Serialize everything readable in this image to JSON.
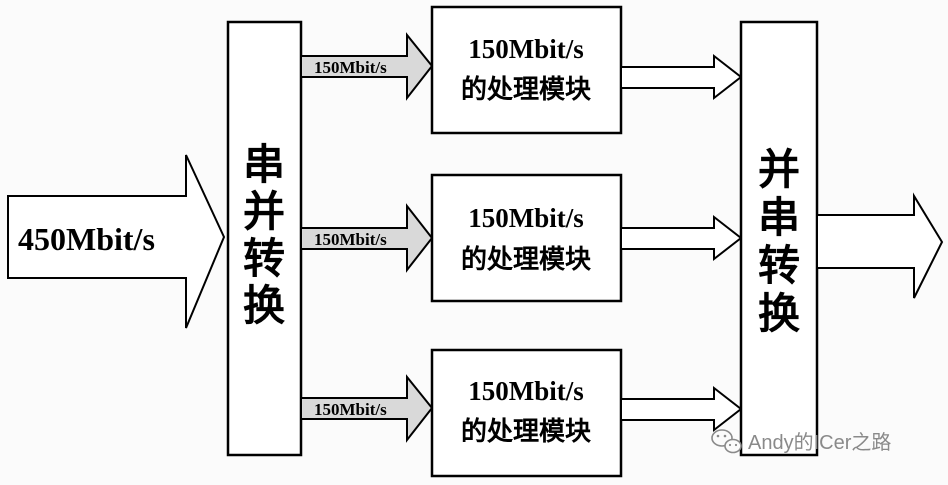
{
  "input_arrow": {
    "label": "450Mbit/s"
  },
  "serial_to_parallel": {
    "chars": [
      "串",
      "并",
      "转",
      "换"
    ]
  },
  "parallel_to_serial": {
    "chars": [
      "并",
      "串",
      "转",
      "换"
    ]
  },
  "branches": [
    {
      "rate_label": "150Mbit/s",
      "block_line1": "150Mbit/s",
      "block_line2": "的处理模块"
    },
    {
      "rate_label": "150Mbit/s",
      "block_line1": "150Mbit/s",
      "block_line2": "的处理模块"
    },
    {
      "rate_label": "150Mbit/s",
      "block_line1": "150Mbit/s",
      "block_line2": "的处理模块"
    }
  ],
  "watermark": {
    "text": "Andy的ICer之路",
    "icon": "wechat-icon"
  },
  "colors": {
    "stroke": "#000000",
    "gray_arrow_fill": "#d9d9d9",
    "background": "#fbfbfb",
    "watermark": "#8a8a8a"
  }
}
